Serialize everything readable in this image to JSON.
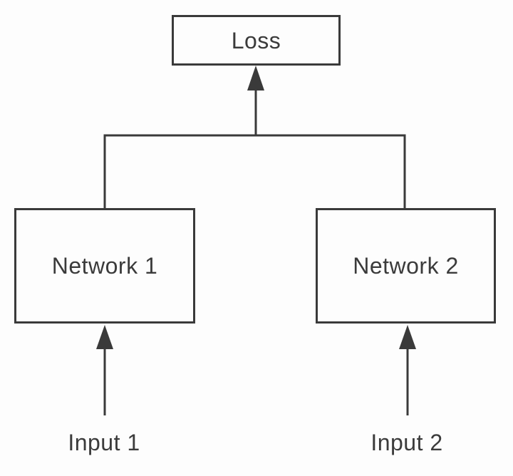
{
  "diagram": {
    "type": "flow-diagram",
    "description": "Twin-network (Siamese) training diagram: two networks with separate inputs feeding a shared loss",
    "nodes": {
      "loss": {
        "label": "Loss",
        "shape": "rectangle"
      },
      "network1": {
        "label": "Network 1",
        "shape": "rectangle"
      },
      "network2": {
        "label": "Network 2",
        "shape": "rectangle"
      },
      "input1": {
        "label": "Input 1",
        "shape": "text"
      },
      "input2": {
        "label": "Input 2",
        "shape": "text"
      }
    },
    "edges": [
      {
        "from": "network1",
        "to": "loss",
        "arrow_into": "loss",
        "style": "elbow"
      },
      {
        "from": "network2",
        "to": "loss",
        "arrow_into": "loss",
        "style": "elbow"
      },
      {
        "from": "input1",
        "to": "network1",
        "arrow_into": "network1",
        "style": "straight"
      },
      {
        "from": "input2",
        "to": "network2",
        "arrow_into": "network2",
        "style": "straight"
      }
    ],
    "colors": {
      "stroke": "#3a3a3a",
      "background": "#fdfdfd",
      "box_fill": "#fdfdfd",
      "text": "#3b3b3b"
    }
  }
}
